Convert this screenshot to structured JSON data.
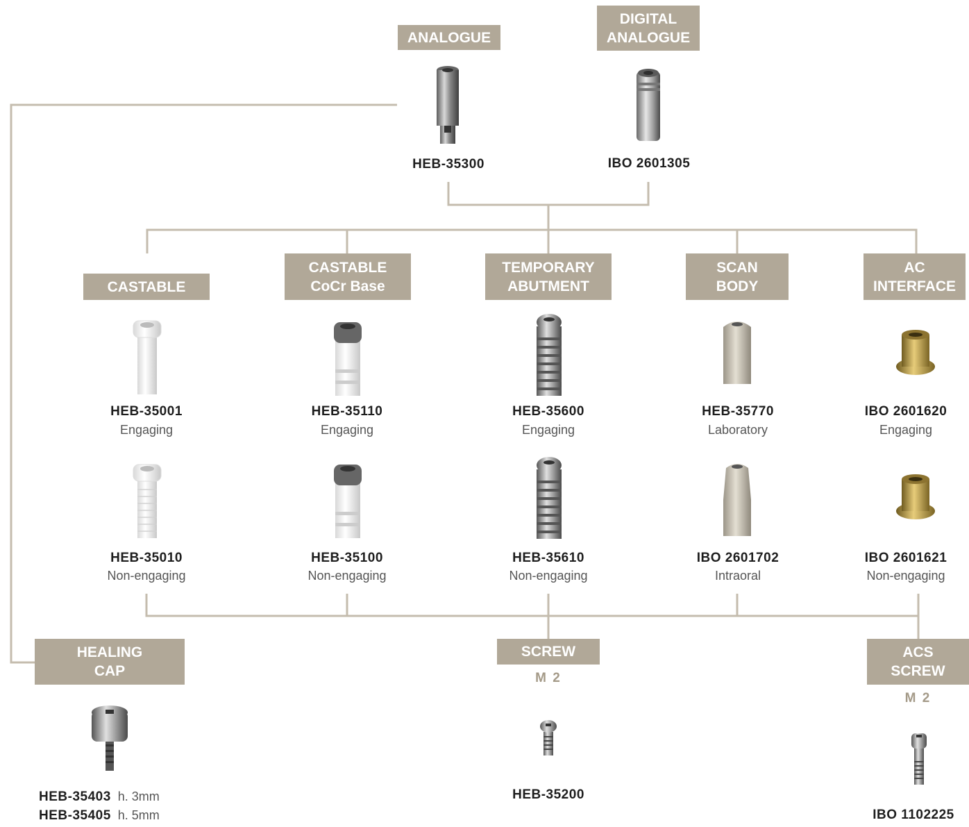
{
  "analogue": {
    "label": "ANALOGUE",
    "code": "HEB-35300"
  },
  "digital_analogue": {
    "label_line1": "DIGITAL",
    "label_line2": "ANALOGUE",
    "code": "IBO 2601305"
  },
  "castable": {
    "label": "CASTABLE",
    "items": [
      {
        "code": "HEB-35001",
        "desc": "Engaging"
      },
      {
        "code": "HEB-35010",
        "desc": "Non-engaging"
      }
    ]
  },
  "castable_cocr": {
    "label_line1": "CASTABLE",
    "label_line2": "CoCr Base",
    "items": [
      {
        "code": "HEB-35110",
        "desc": "Engaging"
      },
      {
        "code": "HEB-35100",
        "desc": "Non-engaging"
      }
    ]
  },
  "temporary": {
    "label_line1": "TEMPORARY",
    "label_line2": "ABUTMENT",
    "items": [
      {
        "code": "HEB-35600",
        "desc": "Engaging"
      },
      {
        "code": "HEB-35610",
        "desc": "Non-engaging"
      }
    ]
  },
  "scan_body": {
    "label_line1": "SCAN",
    "label_line2": "BODY",
    "items": [
      {
        "code": "HEB-35770",
        "desc": "Laboratory"
      },
      {
        "code": "IBO 2601702",
        "desc": "Intraoral"
      }
    ]
  },
  "ac_interface": {
    "label_line1": "AC",
    "label_line2": "INTERFACE",
    "items": [
      {
        "code": "IBO 2601620",
        "desc": "Engaging"
      },
      {
        "code": "IBO 2601621",
        "desc": "Non-engaging"
      }
    ]
  },
  "healing_cap": {
    "label_line1": "HEALING",
    "label_line2": "CAP",
    "rows": [
      {
        "code": "HEB-35403",
        "height": "h. 3mm"
      },
      {
        "code": "HEB-35405",
        "height": "h. 5mm"
      }
    ]
  },
  "screw": {
    "label": "SCREW",
    "thread": "M 2",
    "code": "HEB-35200"
  },
  "acs_screw": {
    "label_line1": "ACS",
    "label_line2": "SCREW",
    "thread": "M 2",
    "code": "IBO 1102225"
  },
  "colors": {
    "tag_bg": "#b1a898",
    "line": "#b1a898",
    "thread_text": "#a49a88"
  }
}
